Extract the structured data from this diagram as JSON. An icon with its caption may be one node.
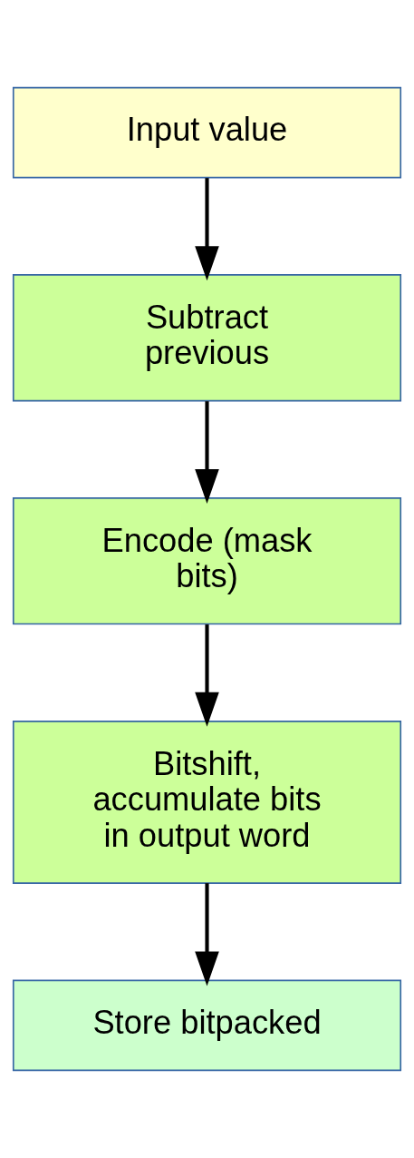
{
  "diagram": {
    "nodes": [
      {
        "text": [
          "Input value"
        ]
      },
      {
        "text": [
          "Subtract previous"
        ]
      },
      {
        "text": [
          "Encode (mask bits)"
        ]
      },
      {
        "text": [
          "Bitshift, accumulate bits in output word"
        ]
      },
      {
        "text": [
          "Store bitpacked"
        ]
      }
    ],
    "edges": [
      {
        "from": 0,
        "to": 1,
        "arrow": "to"
      },
      {
        "from": 1,
        "to": 2,
        "arrow": "to"
      },
      {
        "from": 2,
        "to": 3,
        "arrow": "to"
      },
      {
        "from": 3,
        "to": 4,
        "arrow": "to"
      }
    ]
  }
}
